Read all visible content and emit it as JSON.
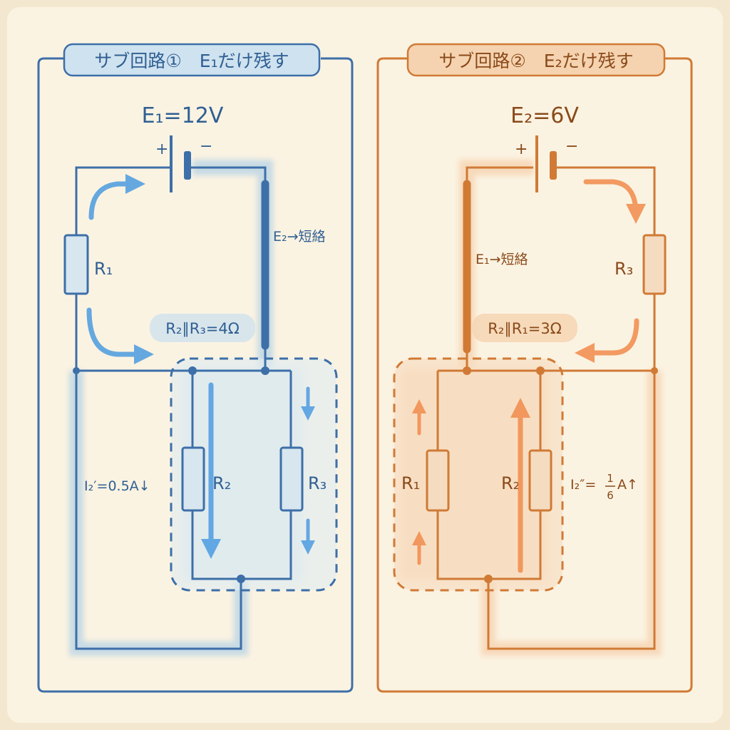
{
  "panels": [
    {
      "id": "sub1",
      "title": "サブ回路①　E₁だけ残す",
      "theme": {
        "ink": "#3d6fa8",
        "text": "#2f5f93",
        "glow": "#9cc6e6",
        "arrow": "#4a9ae0",
        "fill": "#dbe9f1",
        "badge": "#cfe2ef"
      },
      "source_label": "E₁=12V",
      "plus": "+",
      "minus": "−",
      "short_label": "E₂→短絡",
      "r_top_label": "R₁",
      "equiv_label": "R₂∥R₃=4Ω",
      "r_left_label": "R₂",
      "r_right_label": "R₃",
      "current_label": "I₂′=0.5A↓",
      "current_direction": "down"
    },
    {
      "id": "sub2",
      "title": "サブ回路②　E₂だけ残す",
      "theme": {
        "ink": "#d07a35",
        "text": "#8a4a1a",
        "glow": "#f4c49a",
        "arrow": "#f08a4a",
        "fill": "#f7dcc0",
        "badge": "#f5d3b0"
      },
      "source_label": "E₂=6V",
      "plus": "+",
      "minus": "−",
      "short_label": "E₁→短絡",
      "r_top_label": "R₃",
      "equiv_label": "R₂∥R₁=3Ω",
      "r_left_label": "R₁",
      "r_right_label": "R₂",
      "current_label_prefix": "I₂″=",
      "current_label_num": "1",
      "current_label_den": "6",
      "current_label_suffix": "A↑",
      "current_direction": "up"
    }
  ]
}
